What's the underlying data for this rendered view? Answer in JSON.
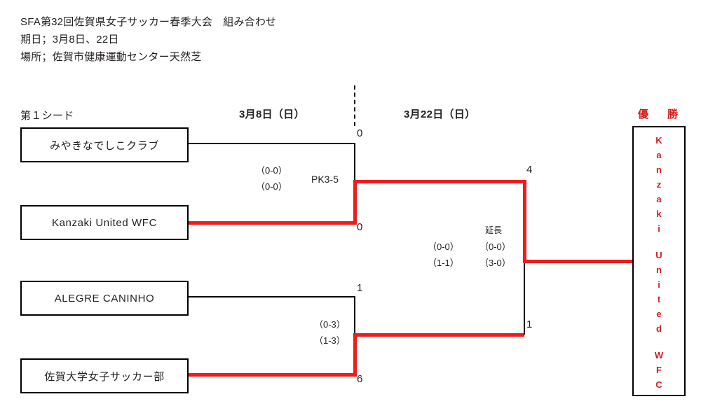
{
  "document": {
    "title": "SFA第32回佐賀県女子サッカー春季大会　組み合わせ",
    "date_line": "期日；3月8日、22日",
    "venue_line": "場所；佐賀市健康運動センター天然芝"
  },
  "labels": {
    "seed": "第１シード",
    "round1_date": "3月8日（日）",
    "final_date": "3月22日（日）",
    "champion_heading": "優　勝"
  },
  "colors": {
    "winner_line": "#ee1c1c",
    "loser_line": "#000000",
    "champion_text": "#d61b1b",
    "text": "#231f20"
  },
  "teams": [
    {
      "name": "みやきなでしこクラブ"
    },
    {
      "name": "Kanzaki United WFC"
    },
    {
      "name": "ALEGRE CANINHO"
    },
    {
      "name": "佐賀大学女子サッカー部"
    }
  ],
  "bracket": {
    "semifinal_1": {
      "top_score": "0",
      "bottom_score": "0",
      "period_scores": "（0-0）\n（0-0）",
      "penalty": "PK3-5",
      "winner": "Kanzaki United WFC"
    },
    "semifinal_2": {
      "top_score": "1",
      "bottom_score": "6",
      "period_scores": "（0-3）\n（1-3）",
      "winner": "佐賀大学女子サッカー部"
    },
    "final": {
      "top_score": "4",
      "bottom_score": "1",
      "regulation_scores": "（0-0）\n（1-1）",
      "extra_label": "延長",
      "extra_scores": "（0-0）\n（3-0）",
      "winner": "Kanzaki United WFC"
    }
  },
  "champion": {
    "letters": [
      "K",
      "a",
      "n",
      "z",
      "a",
      "k",
      "i",
      "",
      "U",
      "n",
      "i",
      "t",
      "e",
      "d",
      "",
      "W",
      "F",
      "C"
    ]
  }
}
